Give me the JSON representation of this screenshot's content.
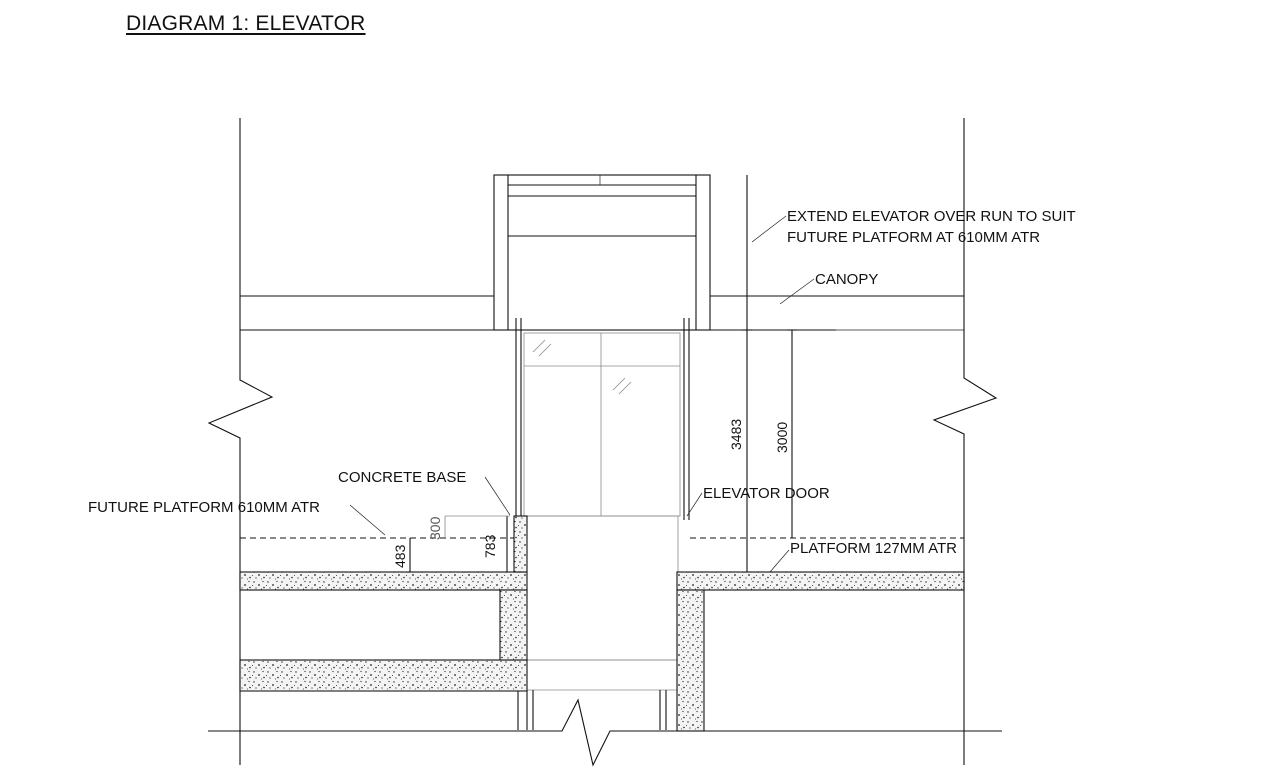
{
  "title": "DIAGRAM 1: ELEVATOR",
  "labels": {
    "overrun_line1": "EXTEND ELEVATOR OVER RUN TO SUIT",
    "overrun_line2": "FUTURE PLATFORM AT 610MM ATR",
    "canopy": "CANOPY",
    "concrete_base": "CONCRETE BASE",
    "elevator_door": "ELEVATOR DOOR",
    "future_platform": "FUTURE PLATFORM 610MM ATR",
    "platform": "PLATFORM 127MM ATR"
  },
  "dimensions": {
    "d3483": "3483",
    "d3000": "3000",
    "d783": "783",
    "d483": "483",
    "d300": "300"
  }
}
